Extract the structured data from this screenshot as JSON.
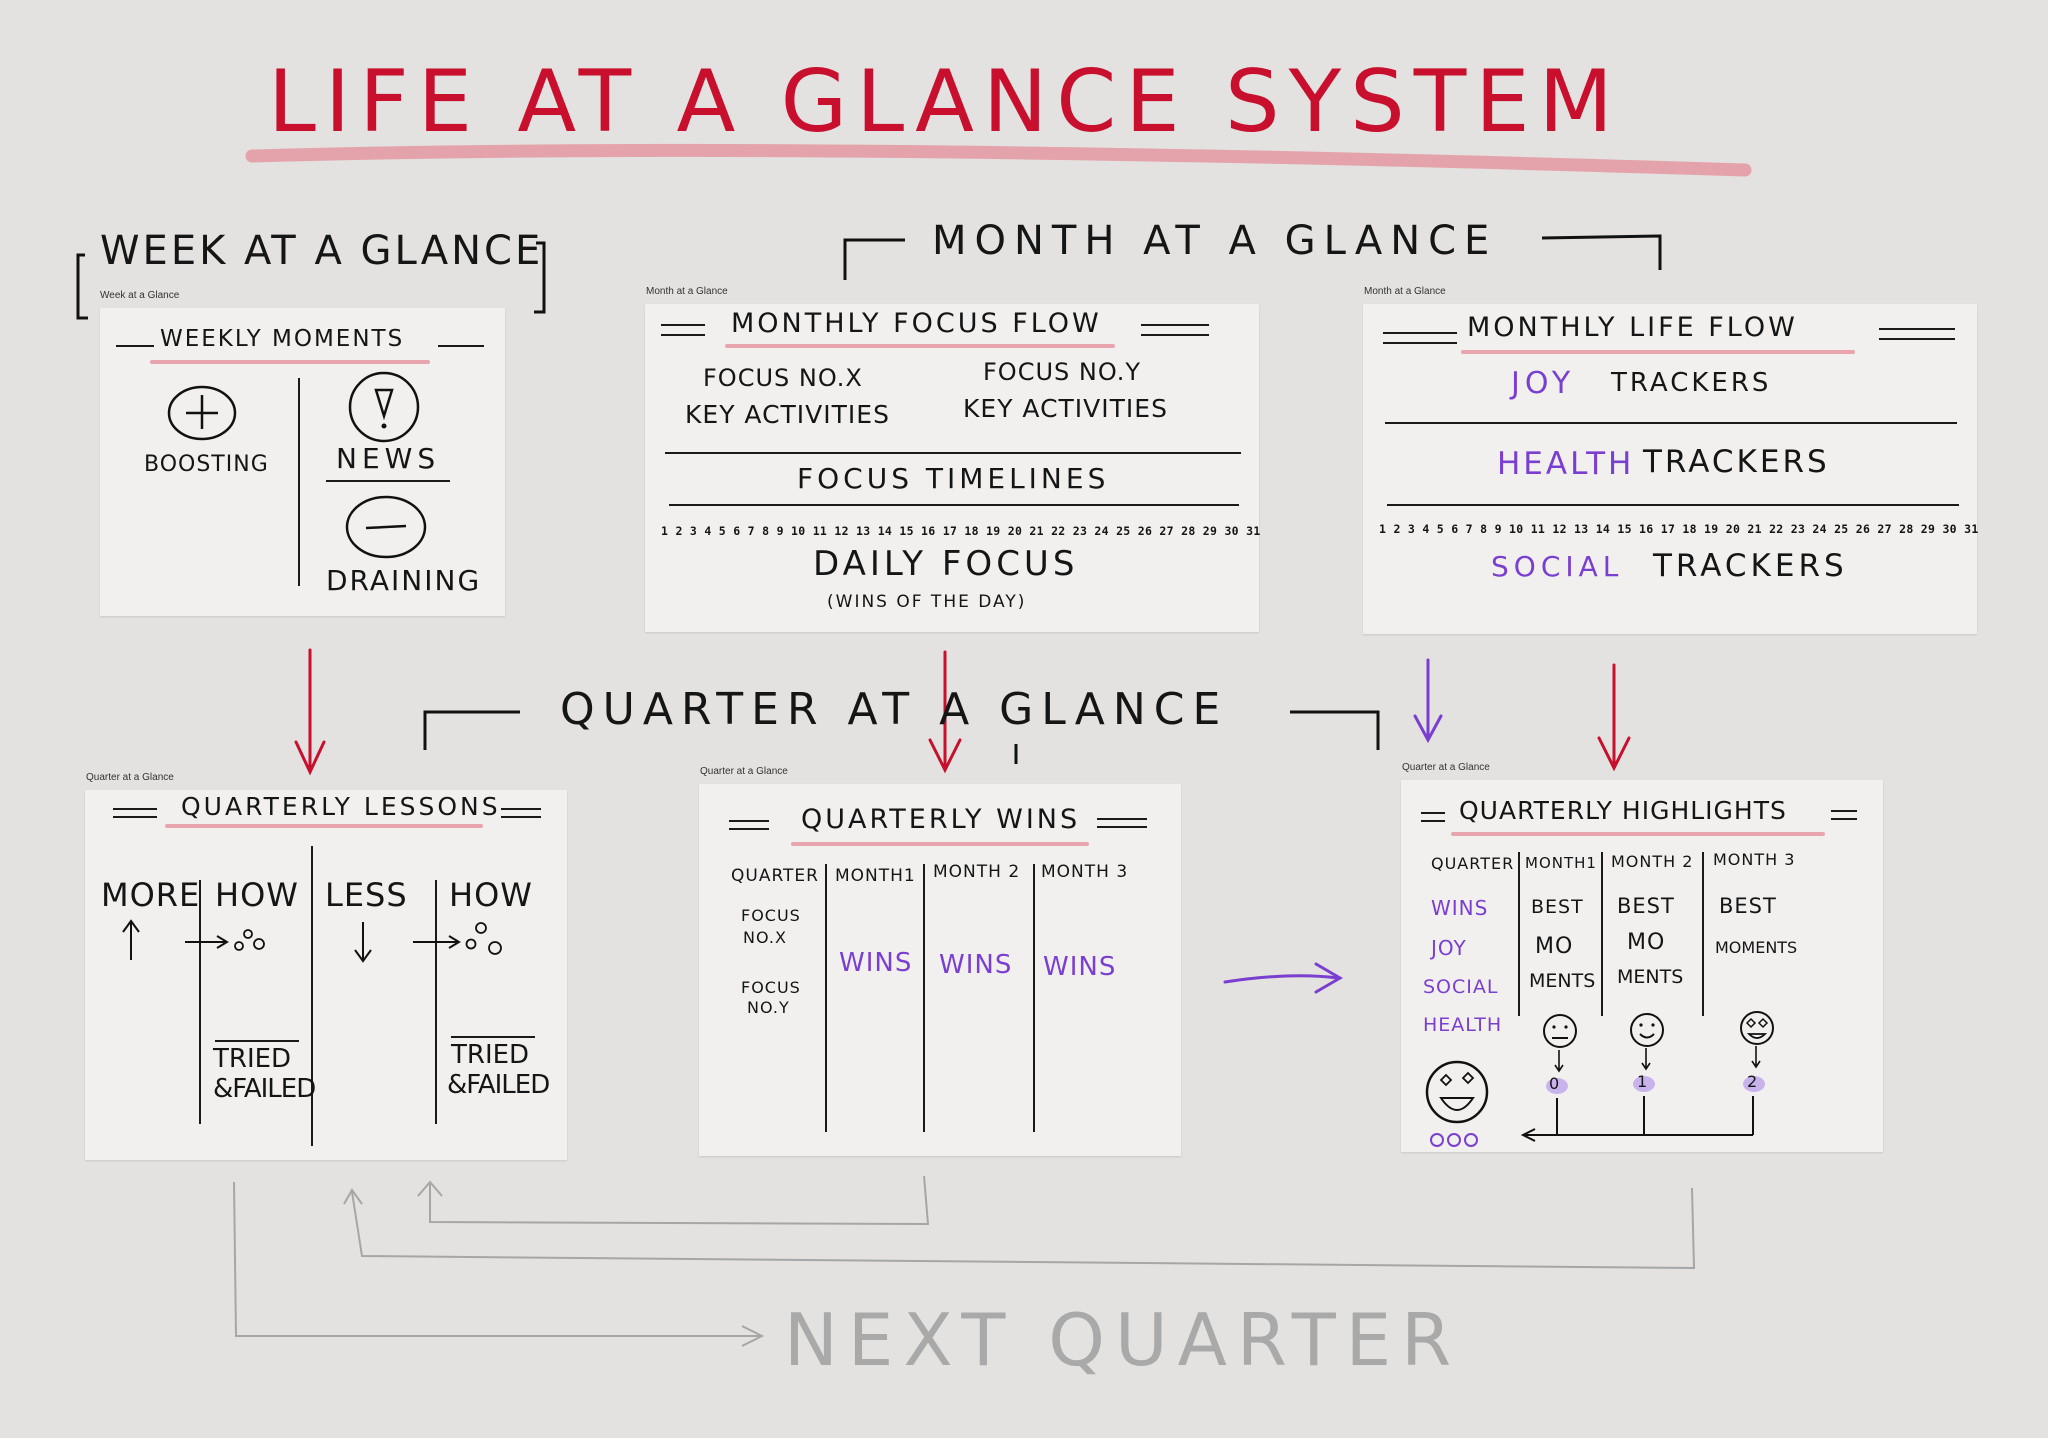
{
  "title": "LIFE AT A GLANCE SYSTEM",
  "colors": {
    "accent_red": "#c8102e",
    "accent_purple": "#7a3fd0",
    "highlight_pink": "#e9a5ad",
    "faded_gray": "#a6a6a6"
  },
  "sections": {
    "week": "WEEK AT A GLANCE",
    "month": "MONTH AT A GLANCE",
    "quarter": "QUARTER AT A GLANCE",
    "next_quarter": "NEXT QUARTER"
  },
  "weekly": {
    "caption": "Week at a Glance",
    "title": "WEEKLY MOMENTS",
    "boosting": "BOOSTING",
    "news": "NEWS",
    "draining": "DRAINING",
    "icons": [
      "plus-circle-icon",
      "exclamation-circle-icon",
      "minus-circle-icon"
    ]
  },
  "monthly_focus": {
    "caption": "Month at a Glance",
    "title": "MONTHLY FOCUS FLOW",
    "focus_x": "FOCUS NO.X",
    "focus_y": "FOCUS NO.Y",
    "key_activities": "KEY ACTIVITIES",
    "timelines": "FOCUS TIMELINES",
    "days": "1 2 3 4 5 6 7 8 9 10 11 12 13 14 15 16 17 18 19 20 21 22 23 24 25 26 27 28 29 30 31",
    "daily_focus": "DAILY FOCUS",
    "daily_sub": "(WINS OF THE DAY)"
  },
  "monthly_life": {
    "caption": "Month at a Glance",
    "title": "MONTHLY LIFE FLOW",
    "joy": "JOY",
    "health": "HEALTH",
    "social": "SOCIAL",
    "trackers": "TRACKERS",
    "days": "1 2 3 4 5 6 7 8 9 10 11 12 13 14 15 16 17 18 19 20 21 22 23 24 25 26 27 28 29 30 31"
  },
  "lessons": {
    "caption": "Quarter at a Glance",
    "title": "QUARTERLY LESSONS",
    "more": "MORE",
    "less": "LESS",
    "how": "HOW",
    "tried_line1": "TRIED",
    "tried_line2": "&FAILED"
  },
  "wins": {
    "caption": "Quarter at a Glance",
    "title": "QUARTERLY WINS",
    "headers": [
      "QUARTER",
      "MONTH1",
      "MONTH 2",
      "MONTH 3"
    ],
    "focus_x_l1": "FOCUS",
    "focus_x_l2": "NO.X",
    "focus_y_l1": "FOCUS",
    "focus_y_l2": "NO.Y",
    "wins": "WINS"
  },
  "highlights": {
    "caption": "Quarter at a Glance",
    "title": "QUARTERLY HIGHLIGHTS",
    "headers": [
      "QUARTER",
      "MONTH1",
      "MONTH 2",
      "MONTH 3"
    ],
    "categories": [
      "WINS",
      "JOY",
      "SOCIAL",
      "HEALTH"
    ],
    "best": "BEST",
    "mo": "MO",
    "ments": "MENTS",
    "moments": "MOMENTS",
    "ranks": [
      "0",
      "1",
      "2"
    ]
  }
}
